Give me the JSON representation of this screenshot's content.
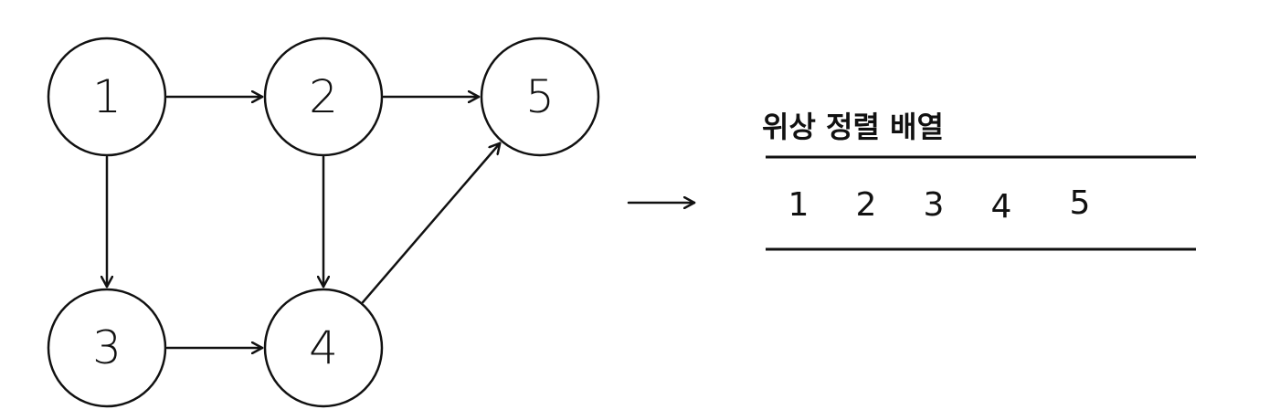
{
  "diagram": {
    "nodes": [
      {
        "id": "1",
        "label": "1"
      },
      {
        "id": "2",
        "label": "2"
      },
      {
        "id": "5",
        "label": "5"
      },
      {
        "id": "3",
        "label": "3"
      },
      {
        "id": "4",
        "label": "4"
      }
    ],
    "edges": [
      {
        "from": "1",
        "to": "2"
      },
      {
        "from": "2",
        "to": "5"
      },
      {
        "from": "1",
        "to": "3"
      },
      {
        "from": "2",
        "to": "4"
      },
      {
        "from": "3",
        "to": "4"
      },
      {
        "from": "4",
        "to": "5"
      }
    ]
  },
  "result": {
    "title": "위상 정렬 배열",
    "sequence": [
      "1",
      "2",
      "3",
      "4",
      "5"
    ]
  },
  "colors": {
    "stroke": "#111111",
    "background": "#ffffff"
  }
}
